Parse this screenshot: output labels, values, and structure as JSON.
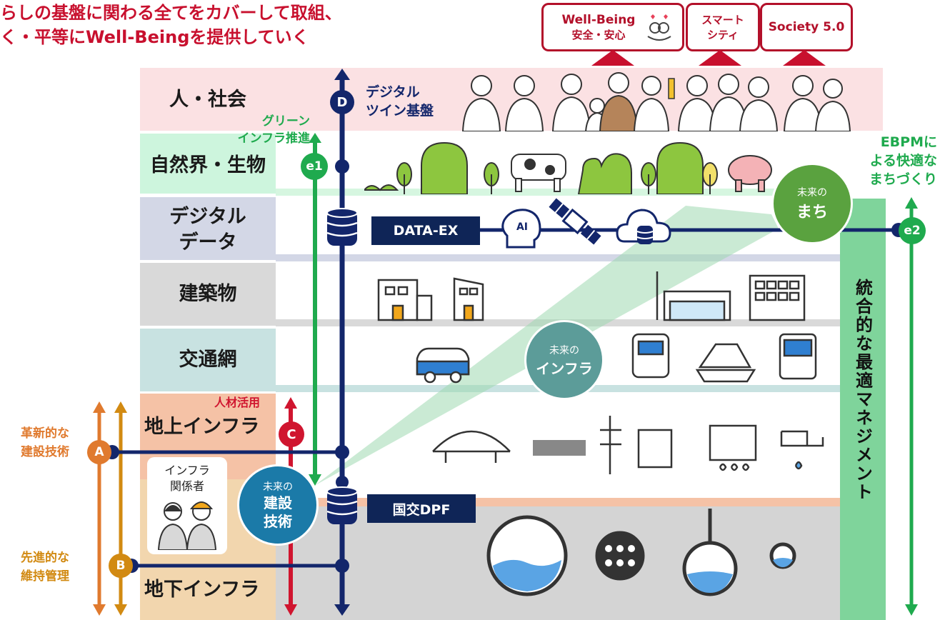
{
  "headline": {
    "line1": "らしの基盤に関わる全てをカバーして取組、",
    "line2": "く・平等にWell-Beingを提供していく"
  },
  "top_badges": [
    {
      "line1": "Well-Being",
      "line2": "安全・安心"
    },
    {
      "line1": "スマート",
      "line2": "シティ"
    },
    {
      "line1": "Society 5.0",
      "line2": ""
    }
  ],
  "layers": [
    {
      "label": "人・社会",
      "color": "#fbe1e3"
    },
    {
      "label": "自然界・生物",
      "color": "#cdf5dd"
    },
    {
      "label": "デジタル\nデータ",
      "color": "#d3d7e6"
    },
    {
      "label": "建築物",
      "color": "#d9d9d9"
    },
    {
      "label": "交通網",
      "color": "#c8e2e1"
    },
    {
      "label": "地上インフラ",
      "color": "#f5c2a6"
    },
    {
      "label": "地下インフラ",
      "color": "#f2d6ae"
    }
  ],
  "labels": {
    "digital_twin": "デジタル\nツイン基盤",
    "green_infra": "グリーン\nインフラ推進",
    "ebpm": "EBPMに\nよる快適な\nまちづくり",
    "talent": "人材活用",
    "innovative": "革新的な\n建設技術",
    "advanced": "先進的な\n維持管理",
    "stakeholders": "インフラ\n関係者",
    "integrated": "統合的な最適マネジメント"
  },
  "nodes": {
    "D": "D",
    "e1": "e1",
    "e2": "e2",
    "C": "C",
    "A": "A",
    "B": "B"
  },
  "boxes": {
    "data_ex": "DATA-EX",
    "dpf": "国交DPF",
    "ai": "AI"
  },
  "circles": {
    "future_town": {
      "small": "未来の",
      "big": "まち"
    },
    "future_infra": {
      "small": "未来の",
      "big": "インフラ"
    },
    "future_construction": {
      "small": "未来の",
      "big": "建設\n技術"
    }
  },
  "colors": {
    "navy": "#13266b",
    "green": "#1faa4e",
    "red": "#d0152f",
    "orange": "#e07a2e",
    "gold": "#d28a12",
    "integrated_bar": "#7fd49b"
  }
}
